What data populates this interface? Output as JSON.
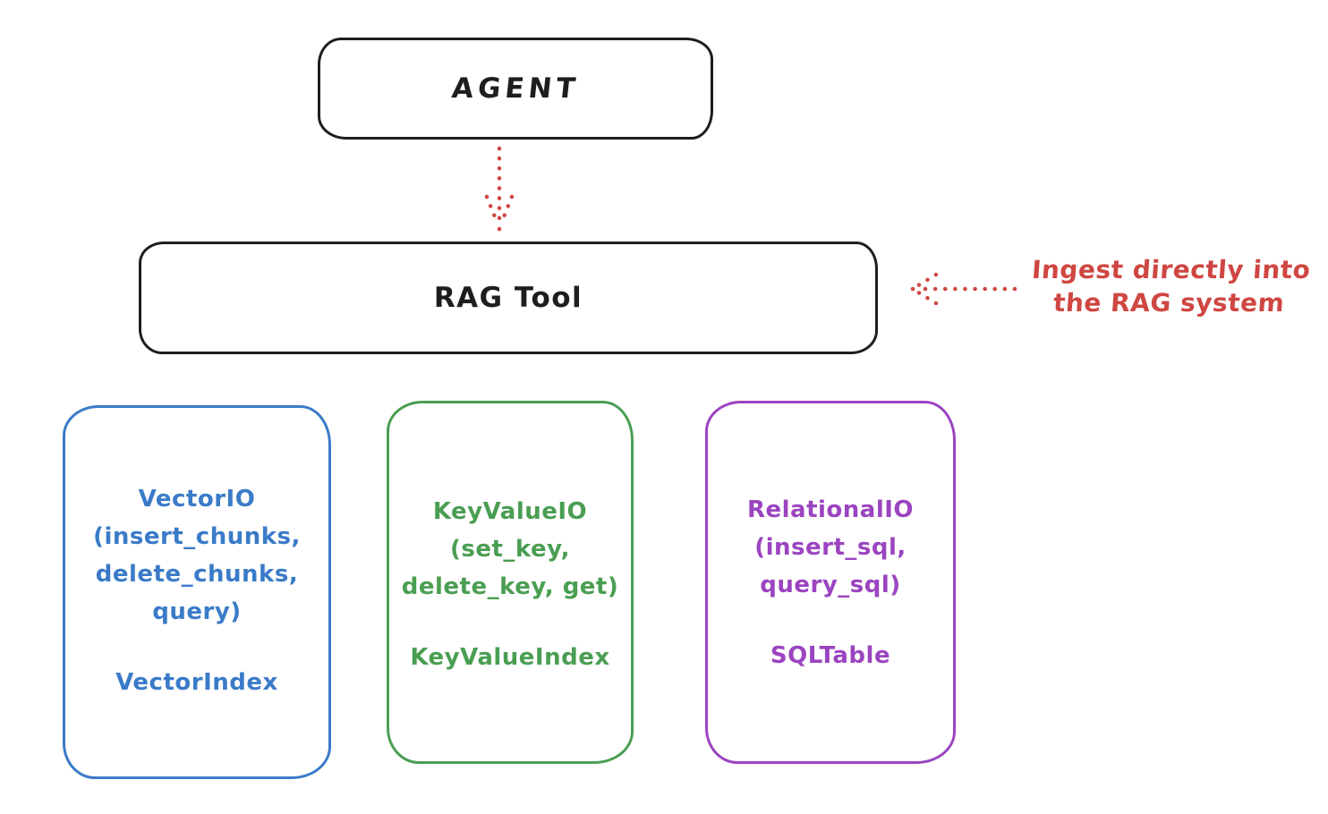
{
  "colors": {
    "background": "#ffffff",
    "stroke": "#1e1e1e",
    "red": "#cf4742",
    "blue": "#3a7bc8",
    "green": "#4a9e52",
    "purple": "#9b44c0"
  },
  "agent_box": {
    "label": "AGENT"
  },
  "rag_box": {
    "label": "RAG Tool"
  },
  "annotation": {
    "line1": "Ingest directly into",
    "line2": "the RAG system"
  },
  "io_boxes": [
    {
      "name": "vector-io",
      "lines": [
        "VectorIO",
        "(insert_chunks,",
        "delete_chunks,",
        "query)"
      ],
      "index_label": "VectorIndex"
    },
    {
      "name": "keyvalue-io",
      "lines": [
        "KeyValueIO",
        "(set_key,",
        "delete_key, get)"
      ],
      "index_label": "KeyValueIndex"
    },
    {
      "name": "relational-io",
      "lines": [
        "RelationalIO",
        "(insert_sql,",
        "query_sql)"
      ],
      "index_label": "SQLTable"
    }
  ]
}
